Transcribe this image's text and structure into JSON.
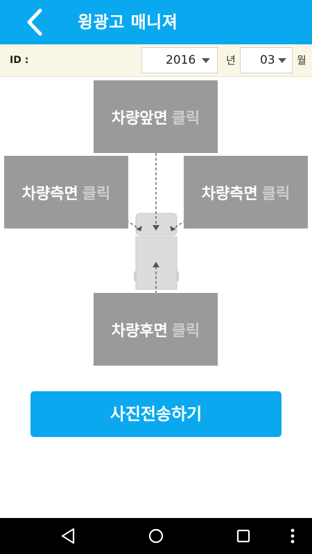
{
  "header": {
    "title": "윙광고 매니져"
  },
  "id_bar": {
    "id_label": "ID :",
    "year": {
      "value": "2016",
      "unit": "년"
    },
    "month": {
      "value": "03",
      "unit": "월"
    }
  },
  "tiles": {
    "front": {
      "label": "차량앞면",
      "action": "클릭"
    },
    "left": {
      "label": "차량측면",
      "action": "클릭"
    },
    "right": {
      "label": "차량측면",
      "action": "클릭"
    },
    "rear": {
      "label": "차량후면",
      "action": "클릭"
    }
  },
  "send_button": {
    "label": "사진전송하기"
  },
  "colors": {
    "accent": "#0aa8ee",
    "tile": "#9a9a9a",
    "idbar": "#faf6e6"
  },
  "navbar": {
    "icons": [
      "back-triangle-icon",
      "home-circle-icon",
      "recents-square-icon",
      "more-vert-icon"
    ]
  }
}
